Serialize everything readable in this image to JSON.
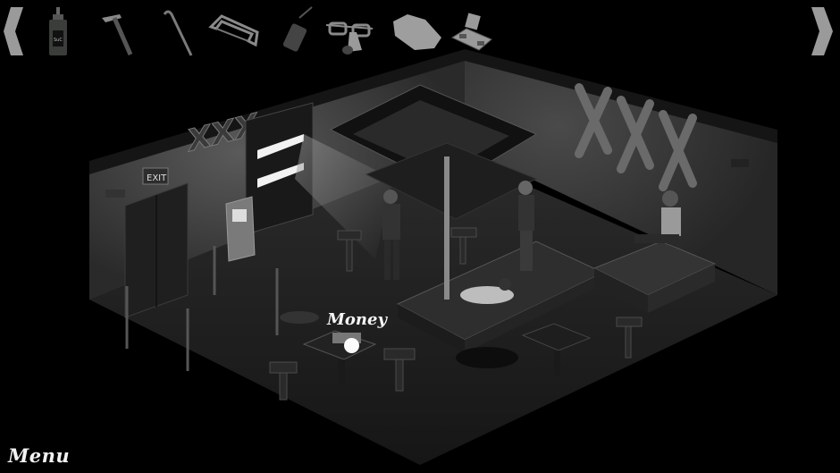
{
  "hud": {
    "nav_prev_icon": "chevron-left-icon",
    "nav_next_icon": "chevron-right-icon",
    "inventory": [
      {
        "name": "glue-bottle",
        "icon": "bottle-icon",
        "label_text": "SuC"
      },
      {
        "name": "hammer",
        "icon": "hammer-icon"
      },
      {
        "name": "crowbar",
        "icon": "crowbar-icon"
      },
      {
        "name": "hacksaw",
        "icon": "hacksaw-icon"
      },
      {
        "name": "walkie-talkie",
        "icon": "radio-icon"
      },
      {
        "name": "disguise-glasses",
        "icon": "glasses-nose-icon"
      },
      {
        "name": "cloth",
        "icon": "cloth-icon"
      },
      {
        "name": "money",
        "icon": "money-icon"
      }
    ]
  },
  "scene": {
    "signs": {
      "exit": "EXIT",
      "xxx_left": "XXX",
      "xxx_right": "XXX"
    },
    "hotspot": {
      "label": "Money"
    }
  },
  "menu": {
    "label": "Menu"
  },
  "colors": {
    "background": "#000000",
    "ui_icon": "#9a9a9a",
    "text": "#f2f2f2"
  }
}
